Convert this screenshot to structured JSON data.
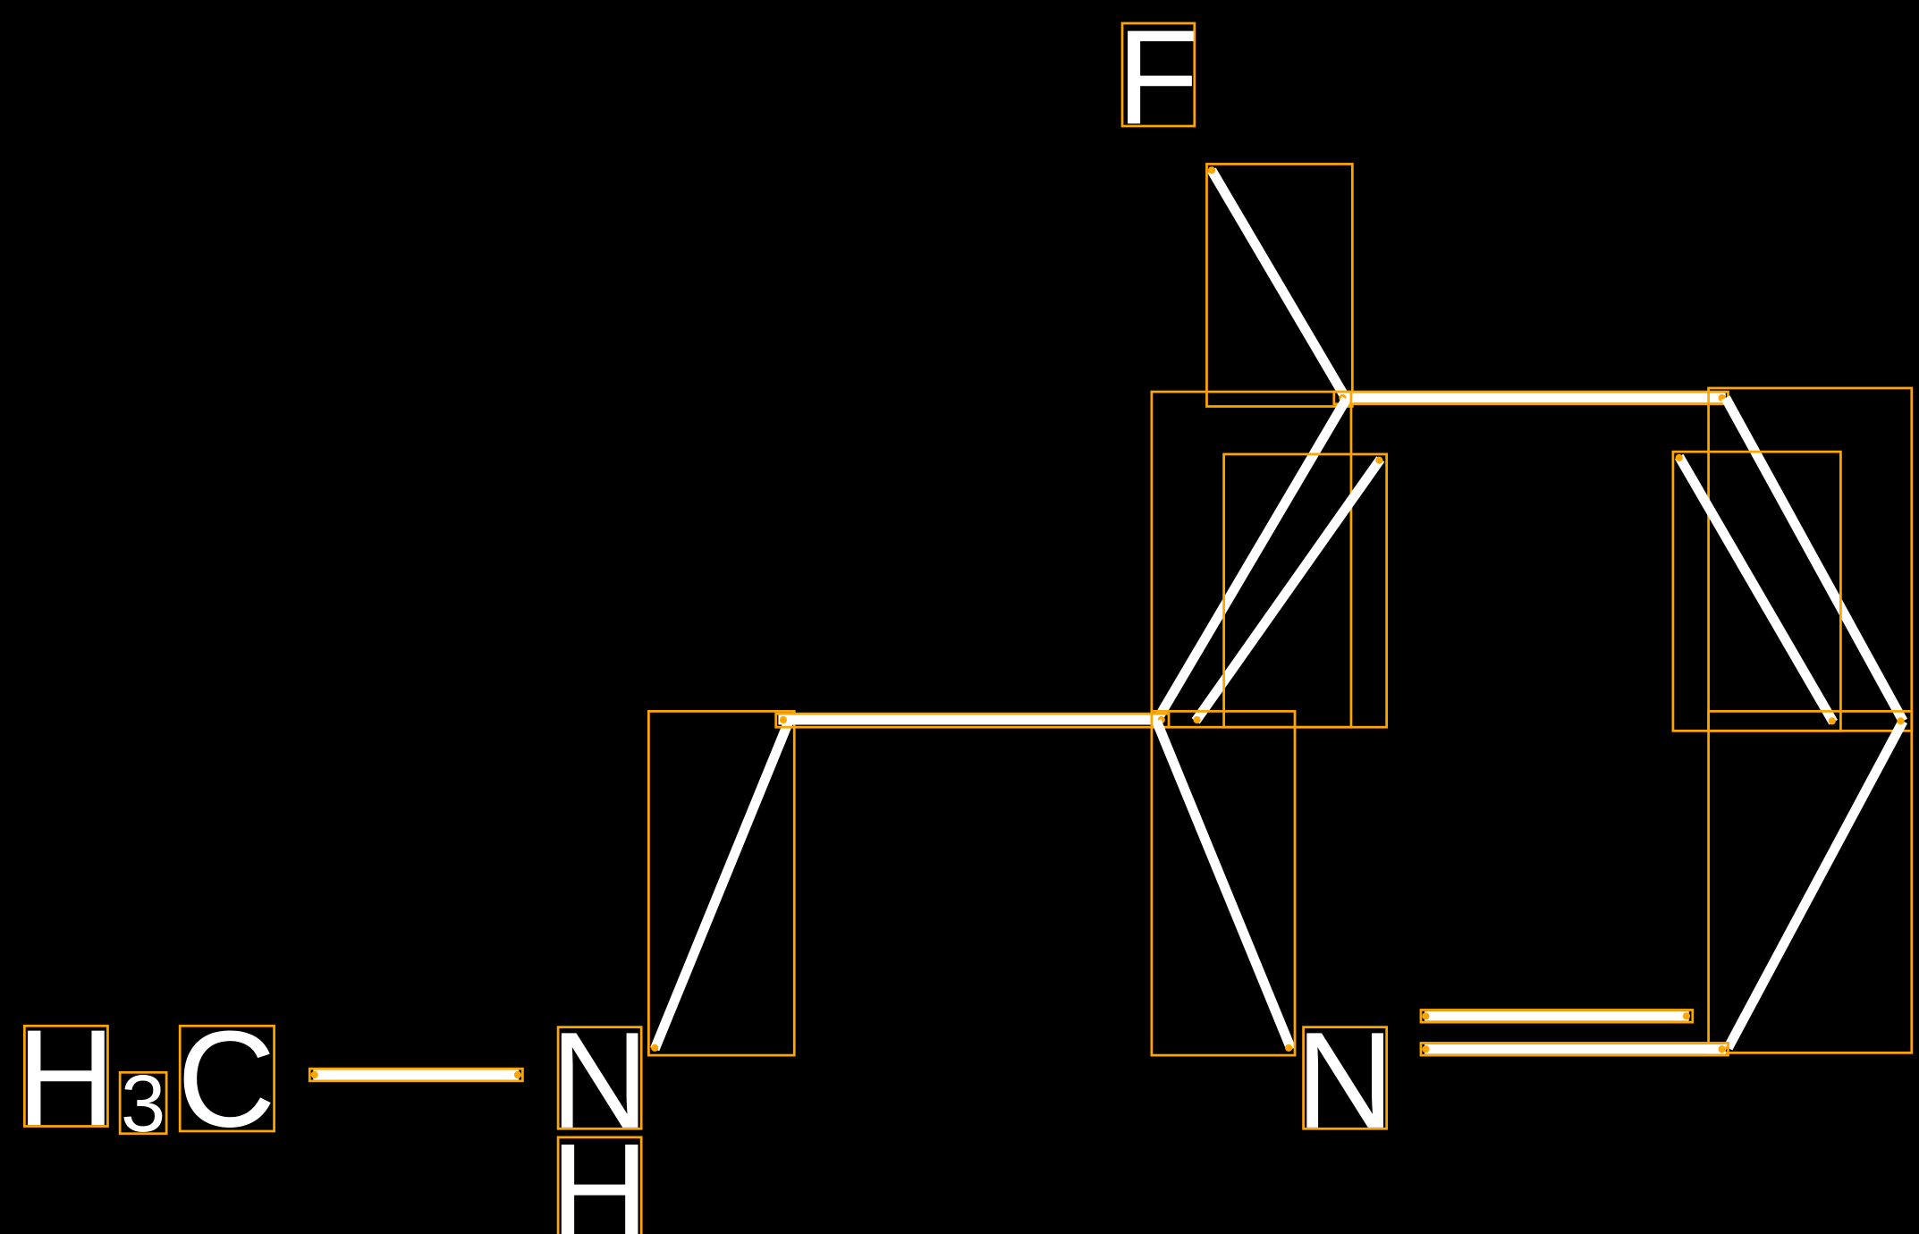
{
  "molecule": {
    "atoms": {
      "fluorine": "F",
      "methyl_h": "H",
      "methyl_sub": "3",
      "methyl_c": "C",
      "amine_n": "N",
      "amine_h": "H",
      "ring_n": "N"
    }
  },
  "colors": {
    "background": "#000000",
    "bond": "#FFFFFF",
    "box": "#FFA500"
  }
}
